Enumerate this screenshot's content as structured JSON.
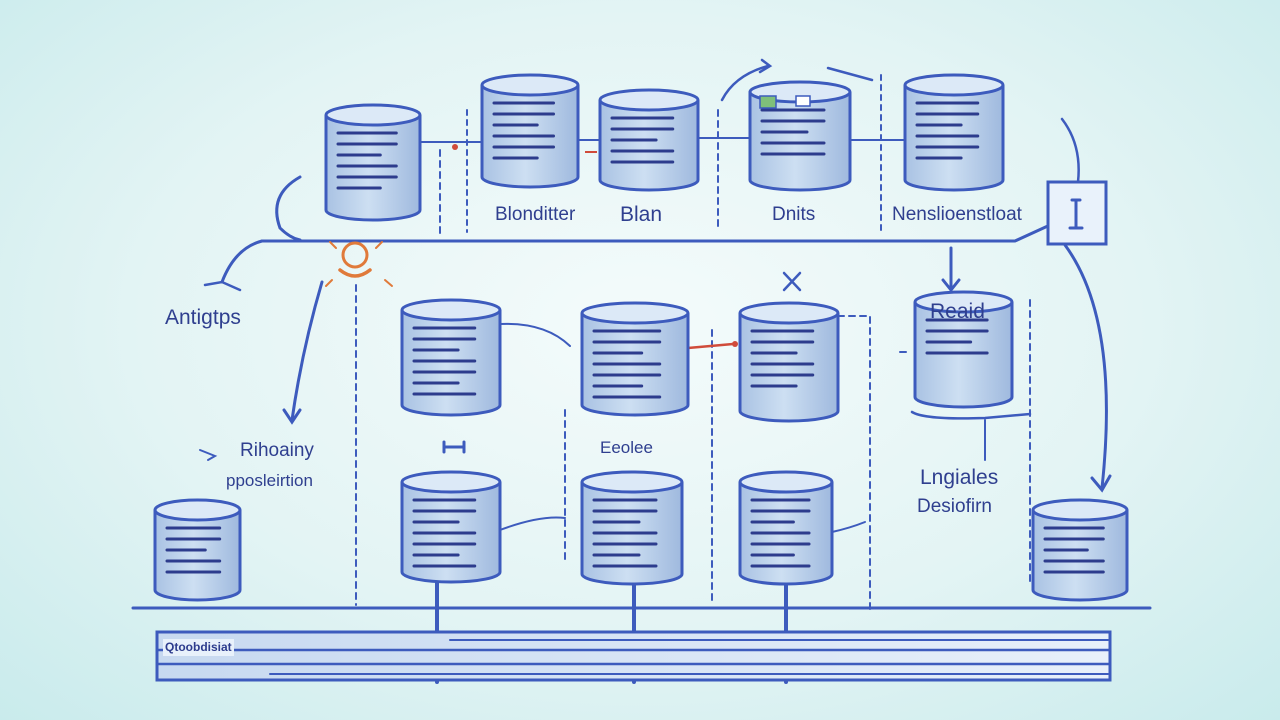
{
  "labels": {
    "blonditer": "Blonditter",
    "blan": "Blan",
    "dnits": "Dnits",
    "nenslioenstloat": "Nenslioenstloat",
    "antigtps": "Antigtps",
    "rihoainy": "Rihoainy",
    "pposleirtion": "pposleirtion",
    "epolee": "Eeolee",
    "reaid": "Reaid",
    "lngiales": "Lngiales",
    "desiofin": "Desiofirn",
    "footer": "Qtoobdisiat"
  },
  "colors": {
    "line": "#3d5bbd",
    "cylinder_fill": "#b9cfe9",
    "cylinder_top": "#dce9f7",
    "text_lines": "#2d3c8d",
    "accent_orange": "#e07a3a",
    "accent_red": "#d04b3a",
    "icon_green": "#7fbf7a"
  }
}
